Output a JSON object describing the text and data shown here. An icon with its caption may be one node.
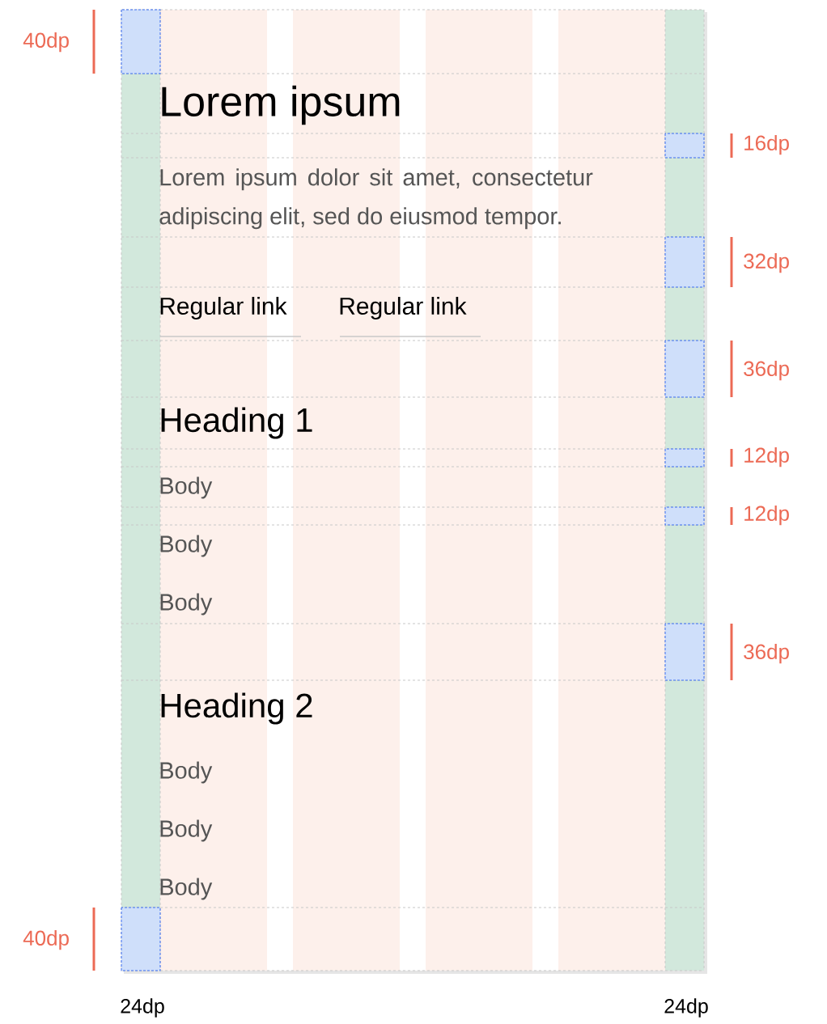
{
  "diagram": {
    "labels": [
      "40dp",
      "Lorem ipsum",
      "16dp",
      "Lorem ipsum dolor sit amet, consectetur adipiscing elit, sed do eiusmod tempor.",
      "32dp",
      "Regular link",
      "Regular link",
      "36dp",
      "Heading 1",
      "12dp",
      "Body",
      "12dp",
      "Body",
      "Body",
      "36dp",
      "Heading 2",
      "Body",
      "Body",
      "Body",
      "40dp",
      "24dp",
      "24dp"
    ]
  }
}
